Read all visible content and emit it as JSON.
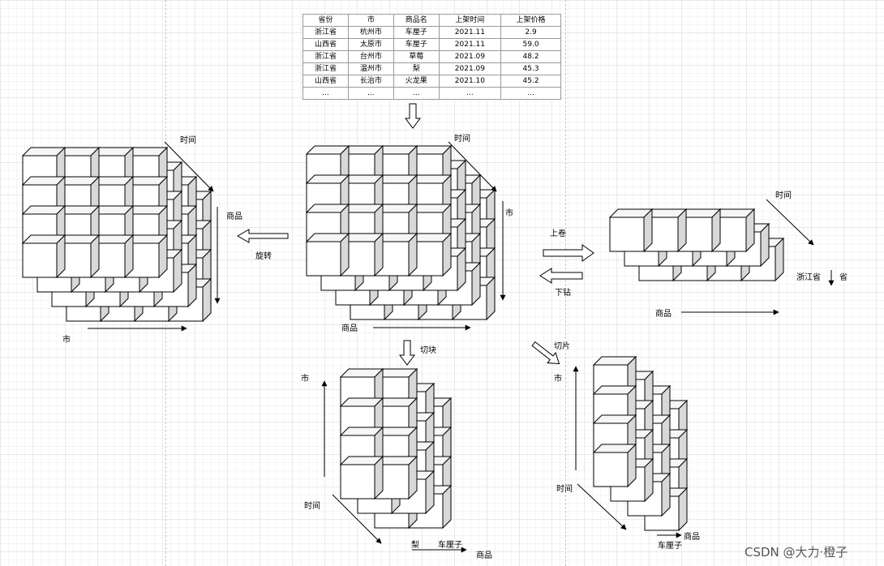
{
  "table": {
    "headers": [
      "省份",
      "市",
      "商品名",
      "上架时间",
      "上架价格"
    ],
    "rows": [
      [
        "浙江省",
        "杭州市",
        "车厘子",
        "2021.11",
        "2.9"
      ],
      [
        "山西省",
        "太原市",
        "车厘子",
        "2021.11",
        "59.0"
      ],
      [
        "浙江省",
        "台州市",
        "草莓",
        "2021.09",
        "48.2"
      ],
      [
        "浙江省",
        "温州市",
        "梨",
        "2021.09",
        "45.3"
      ],
      [
        "山西省",
        "长治市",
        "火龙果",
        "2021.10",
        "45.2"
      ],
      [
        "...",
        "...",
        "...",
        "...",
        "..."
      ]
    ]
  },
  "labels": {
    "center_time": "时间",
    "center_city": "市",
    "center_product": "商品",
    "rotate": "旋转",
    "left_time": "时间",
    "left_product": "商品",
    "left_city": "市",
    "rollup": "上卷",
    "drilldown": "下钻",
    "right_time": "时间",
    "right_zhejiang": "浙江省",
    "right_province": "省",
    "right_product": "商品",
    "dice": "切块",
    "dice_city": "市",
    "dice_time": "时间",
    "dice_pear": "梨",
    "dice_cherry": "车厘子",
    "dice_product": "商品",
    "slice": "切片",
    "slice_city": "市",
    "slice_time": "时间",
    "slice_product": "商品",
    "slice_cherry": "车厘子"
  },
  "watermark": "CSDN @大力·橙子"
}
